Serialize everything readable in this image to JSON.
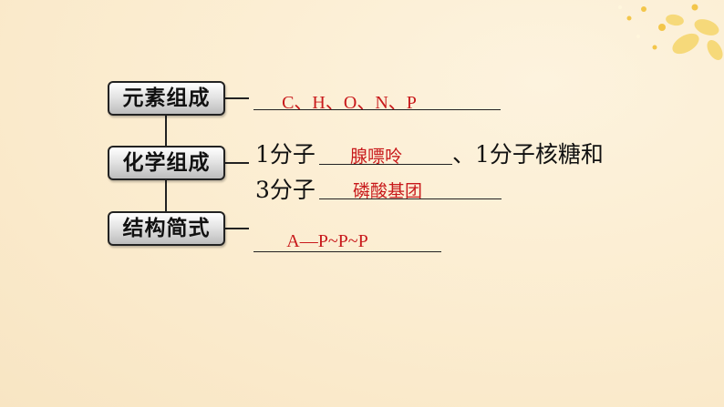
{
  "boxes": {
    "elements": "元素组成",
    "chemical": "化学组成",
    "structure": "结构简式"
  },
  "elements_answer": "C、H、O、N、P",
  "chemical": {
    "line1_prefix": "1分子",
    "line1_answer": "腺嘌呤",
    "line1_suffix": "、1分子核糖和",
    "line2_prefix": "3分子",
    "line2_answer": "磷酸基团"
  },
  "structure_answer": "A—P~P~P",
  "colors": {
    "answer": "#c8191b",
    "background": "#fbecd0",
    "decoration": "#f3c64a"
  }
}
